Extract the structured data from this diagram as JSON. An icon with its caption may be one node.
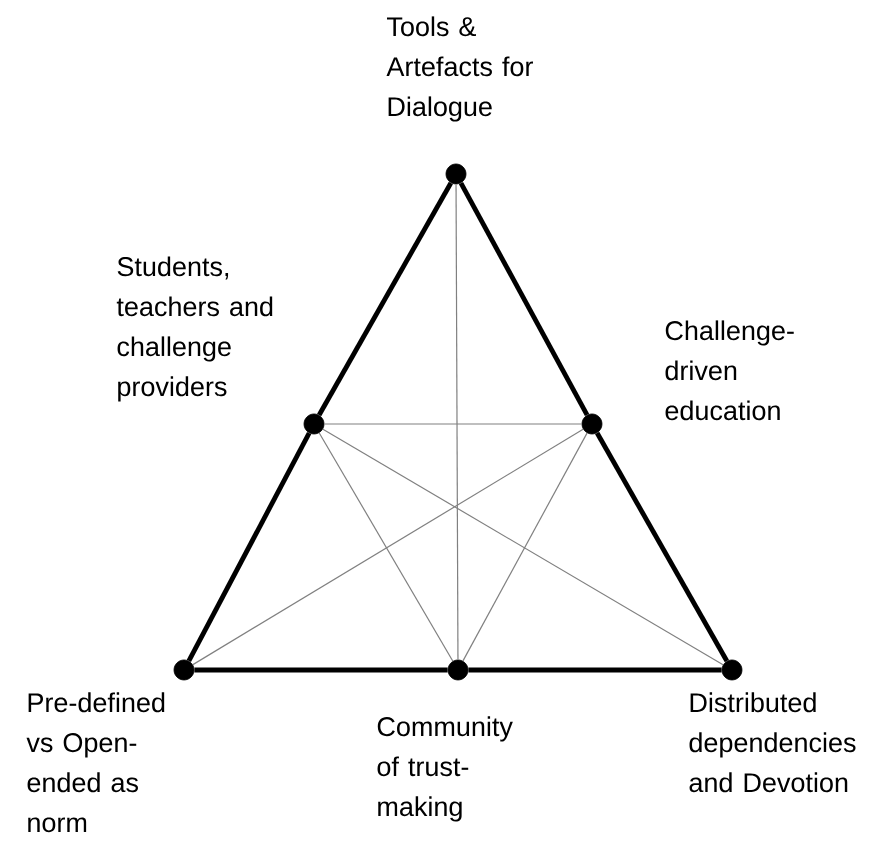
{
  "diagram": {
    "nodes": [
      {
        "text": [],
        "shape": "circle",
        "beside": [
          "Tools & Artefacts for Dialogue"
        ]
      },
      {
        "text": [],
        "shape": "circle",
        "beside": [
          "Students, teachers and challenge providers"
        ]
      },
      {
        "text": [],
        "shape": "circle",
        "beside": [
          "Challenge-driven education"
        ]
      },
      {
        "text": [],
        "shape": "circle",
        "beside": [
          "Pre-defined vs Open-ended as norm"
        ]
      },
      {
        "text": [],
        "shape": "circle",
        "beside": [
          "Community of trust-making"
        ]
      },
      {
        "text": [],
        "shape": "circle",
        "beside": [
          "Distributed dependencies and Devotion"
        ]
      }
    ],
    "edges": [
      {
        "from": 0,
        "to": 1,
        "arrow": "none",
        "style": "thick"
      },
      {
        "from": 1,
        "to": 3,
        "arrow": "none",
        "style": "thick"
      },
      {
        "from": 0,
        "to": 2,
        "arrow": "none",
        "style": "thick"
      },
      {
        "from": 2,
        "to": 5,
        "arrow": "none",
        "style": "thick"
      },
      {
        "from": 3,
        "to": 4,
        "arrow": "none",
        "style": "thick"
      },
      {
        "from": 4,
        "to": 5,
        "arrow": "none",
        "style": "thick"
      },
      {
        "from": 0,
        "to": 4,
        "arrow": "none",
        "color": "#808080"
      },
      {
        "from": 1,
        "to": 2,
        "arrow": "none",
        "color": "#808080"
      },
      {
        "from": 1,
        "to": 5,
        "arrow": "none",
        "color": "#808080"
      },
      {
        "from": 2,
        "to": 3,
        "arrow": "none",
        "color": "#808080"
      },
      {
        "from": 1,
        "to": 4,
        "arrow": "none",
        "color": "#808080"
      },
      {
        "from": 2,
        "to": 4,
        "arrow": "none",
        "color": "#808080"
      }
    ]
  }
}
